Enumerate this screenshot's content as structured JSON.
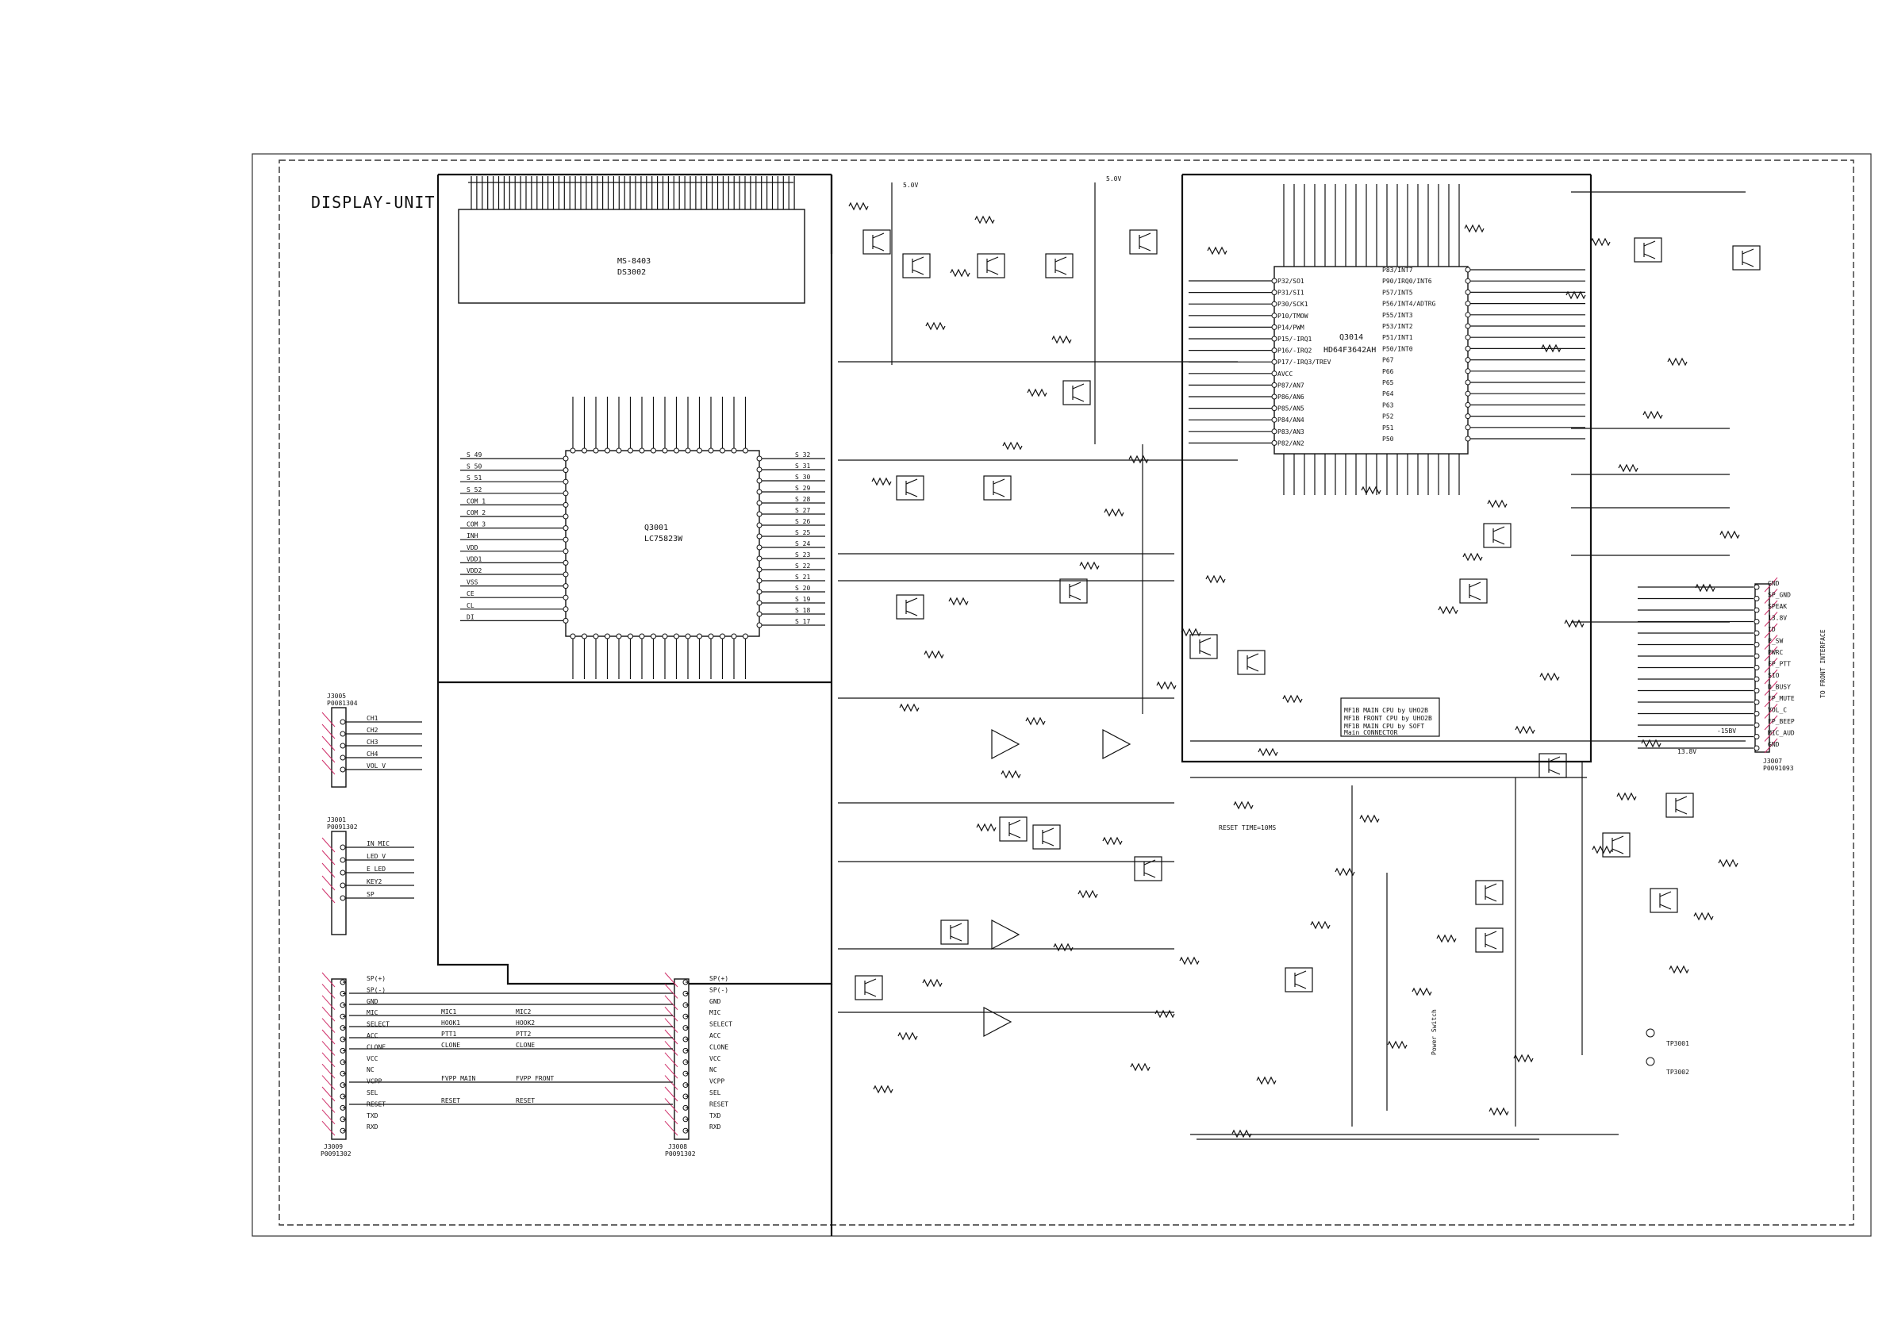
{
  "title": "DISPLAY-UNIT",
  "lcd": {
    "name": "MS-8403",
    "ref": "DS3002"
  },
  "driver": {
    "ref": "Q3001",
    "part": "LC75823W",
    "left_pins": [
      "S_49",
      "S_50",
      "S_51",
      "S_52",
      "COM_1",
      "COM_2",
      "COM_3",
      "INH",
      "VDD",
      "VDD1",
      "VDD2",
      "VSS",
      "CE",
      "CL",
      "DI"
    ],
    "right_pins": [
      "S_32",
      "S_31",
      "S_30",
      "S_29",
      "S_28",
      "S_27",
      "S_26",
      "S_25",
      "S_24",
      "S_23",
      "S_22",
      "S_21",
      "S_20",
      "S_19",
      "S_18",
      "S_17"
    ]
  },
  "cpu": {
    "ref": "Q3014",
    "part": "HD64F3642AH",
    "left_pins": [
      "P32/SO1",
      "P31/SI1",
      "P30/SCK1",
      "P10/TMOW",
      "P14/PWM",
      "P15/-IRQ1",
      "P16/-IRQ2",
      "P17/-IRQ3/TREV",
      "AVCC",
      "P87/AN7",
      "P86/AN6",
      "P85/AN5",
      "P84/AN4",
      "P83/AN3",
      "P82/AN2"
    ],
    "right_pins": [
      "P83/INT7",
      "P90/IRQ0/INT6",
      "P57/INT5",
      "P56/INT4/ADTRG",
      "P55/INT3",
      "P53/INT2",
      "P51/INT1",
      "P50/INT0",
      "P67",
      "P66",
      "P65",
      "P64",
      "P63",
      "P52",
      "P51",
      "P50"
    ]
  },
  "connectors": {
    "j3005_top": {
      "ref": "J3005",
      "part": "P0081304",
      "signals": [
        "CH1",
        "CH2",
        "CH3",
        "CH4",
        "VOL_V"
      ]
    },
    "j3001": {
      "ref": "J3001",
      "part": "P0091302",
      "signals": [
        "IN_MIC",
        "LED_V",
        "E_LED",
        "KEY2",
        "SP"
      ]
    },
    "j3009": {
      "ref": "J3009",
      "part": "P0091302",
      "signals": [
        "SP(+)",
        "SP(-)",
        "GND",
        "MIC",
        "SELECT",
        "ACC",
        "CLONE",
        "VCC",
        "NC",
        "VCPP",
        "SEL",
        "RESET",
        "TXD",
        "RXD"
      ]
    },
    "j3008": {
      "ref": "J3008",
      "part": "P0091302",
      "signals": [
        "SP(+)",
        "SP(-)",
        "GND",
        "MIC",
        "SELECT",
        "ACC",
        "CLONE",
        "VCC",
        "NC",
        "VCPP",
        "SEL",
        "RESET",
        "TXD",
        "RXD"
      ]
    },
    "j3007": {
      "ref": "J3007",
      "part": "P0091093",
      "signals": [
        "GND",
        "SP_GND",
        "SPEAK",
        "13.8V",
        "ID",
        "P_SW",
        "PWRC",
        "FP_PTT",
        "SIO",
        "D_BUSY",
        "FP_MUTE",
        "VOL_C",
        "FP_BEEP",
        "MIC_AUD",
        "GND"
      ]
    }
  },
  "front_interface": "TO FRONT INTERFACE",
  "bus_labels": [
    "MIC1",
    "HOOK1",
    "PTT1",
    "CLONE",
    "FVPP_MAIN",
    "RESET",
    "MIC2",
    "HOOK2",
    "PTT2",
    "FVPP_FRONT"
  ],
  "supply_labels": [
    "5.0V",
    "13.8V",
    "-15BV"
  ],
  "notes": [
    "RESET TIME=10MS",
    "MF1B MAIN CPU by UHO2B",
    "MF1B FRONT CPU by UHO2B",
    "MF1B MAIN CPU by SOFT",
    "Main CONNECTOR"
  ],
  "tp": [
    "TP3001",
    "TP3002"
  ],
  "power_switch": "Power Switch"
}
